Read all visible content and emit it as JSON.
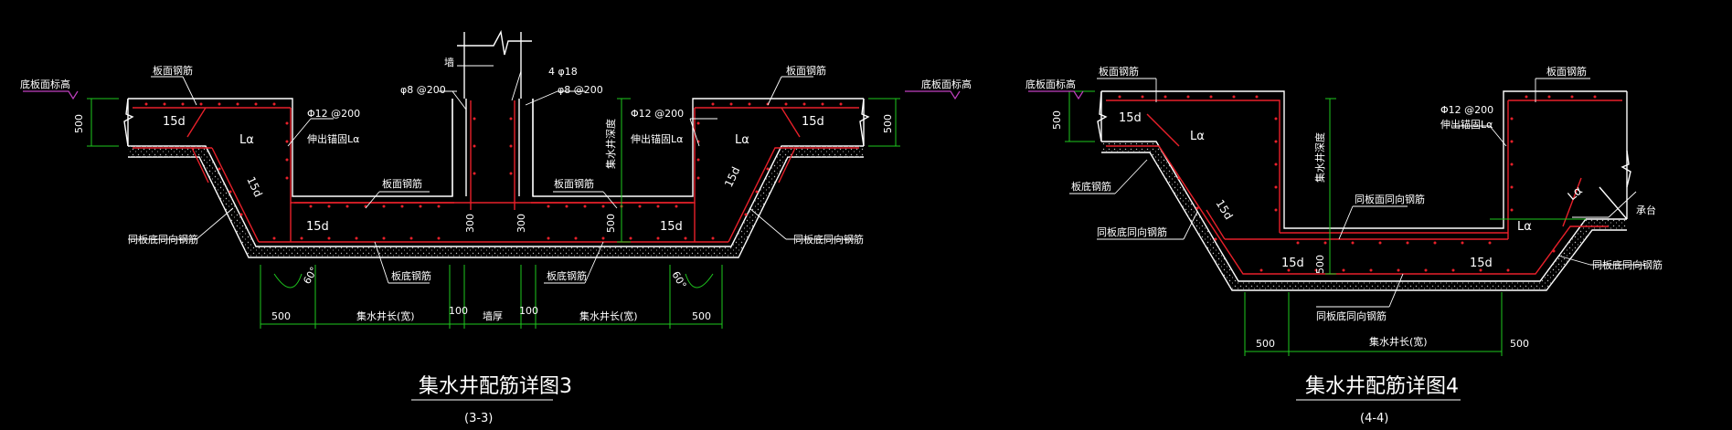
{
  "drawing3": {
    "title": "集水井配筋详图3",
    "subtitle": "(3-3)",
    "labels": {
      "floor_level_left": "底板面标高",
      "floor_level_right": "底板面标高",
      "top_rebar_left": "板面钢筋",
      "top_rebar_right": "板面钢筋",
      "wall": "墙",
      "wall_rebar": "4 φ18",
      "stirrup_left": "φ8 @200",
      "stirrup_right": "φ8 @200",
      "rebar_left": "Φ12 @200",
      "rebar_left_note": "伸出锚固Lα",
      "rebar_right": "Φ12 @200",
      "rebar_right_note": "伸出锚固Lα",
      "pit_depth": "集水井深度",
      "top_bar_mid_left": "板面钢筋",
      "top_bar_mid_right": "板面钢筋",
      "dim_500_left": "500",
      "dim_500_right": "500",
      "d15_tl": "15d",
      "d15_tr": "15d",
      "la_left": "Lα",
      "la_right": "Lα",
      "d15_slope_left": "15d",
      "d15_slope_right": "15d",
      "d15_bl": "15d",
      "d15_br": "15d",
      "dim_300_a": "300",
      "dim_300_b": "300",
      "dim_500_mid": "500",
      "bottom_rebar_left": "同板底同向钢筋",
      "bottom_rebar_right": "同板底同向钢筋",
      "bottom_bar_mid_left": "板底钢筋",
      "bottom_bar_mid_right": "板底钢筋",
      "angle_left": "60°",
      "angle_right": "60°"
    },
    "dims": [
      "500",
      "集水井长(宽)",
      "100",
      "墙厚",
      "100",
      "集水井长(宽)",
      "500"
    ]
  },
  "drawing4": {
    "title": "集水井配筋详图4",
    "subtitle": "(4-4)",
    "labels": {
      "floor_level": "底板面标高",
      "top_rebar_left": "板面钢筋",
      "top_rebar_right": "板面钢筋",
      "dim_500": "500",
      "d15_tl": "15d",
      "la_left": "Lα",
      "rebar": "Φ12 @200",
      "rebar_note": "伸出锚固Lα",
      "pit_depth": "集水井深度",
      "bottom_bar_left": "板底钢筋",
      "d15_slope": "15d",
      "mid_rebar": "同板面同向钢筋",
      "bottom_rebar_left": "同板底同向钢筋",
      "la_right": "Lα",
      "la_slope": "Lα",
      "pile_cap": "承台",
      "bottom_rebar_right": "同板底同向钢筋",
      "d15_bl": "15d",
      "dim_500_mid": "500",
      "d15_br": "15d",
      "bottom_rebar_mid": "同板底同向钢筋"
    },
    "dims": [
      "500",
      "集水井长(宽)",
      "500"
    ]
  },
  "colors": {
    "background": "#000000",
    "outline": "#ffffff",
    "rebar": "#e8202a",
    "dimension": "#1ec81e",
    "level_marker": "#c040c0"
  }
}
